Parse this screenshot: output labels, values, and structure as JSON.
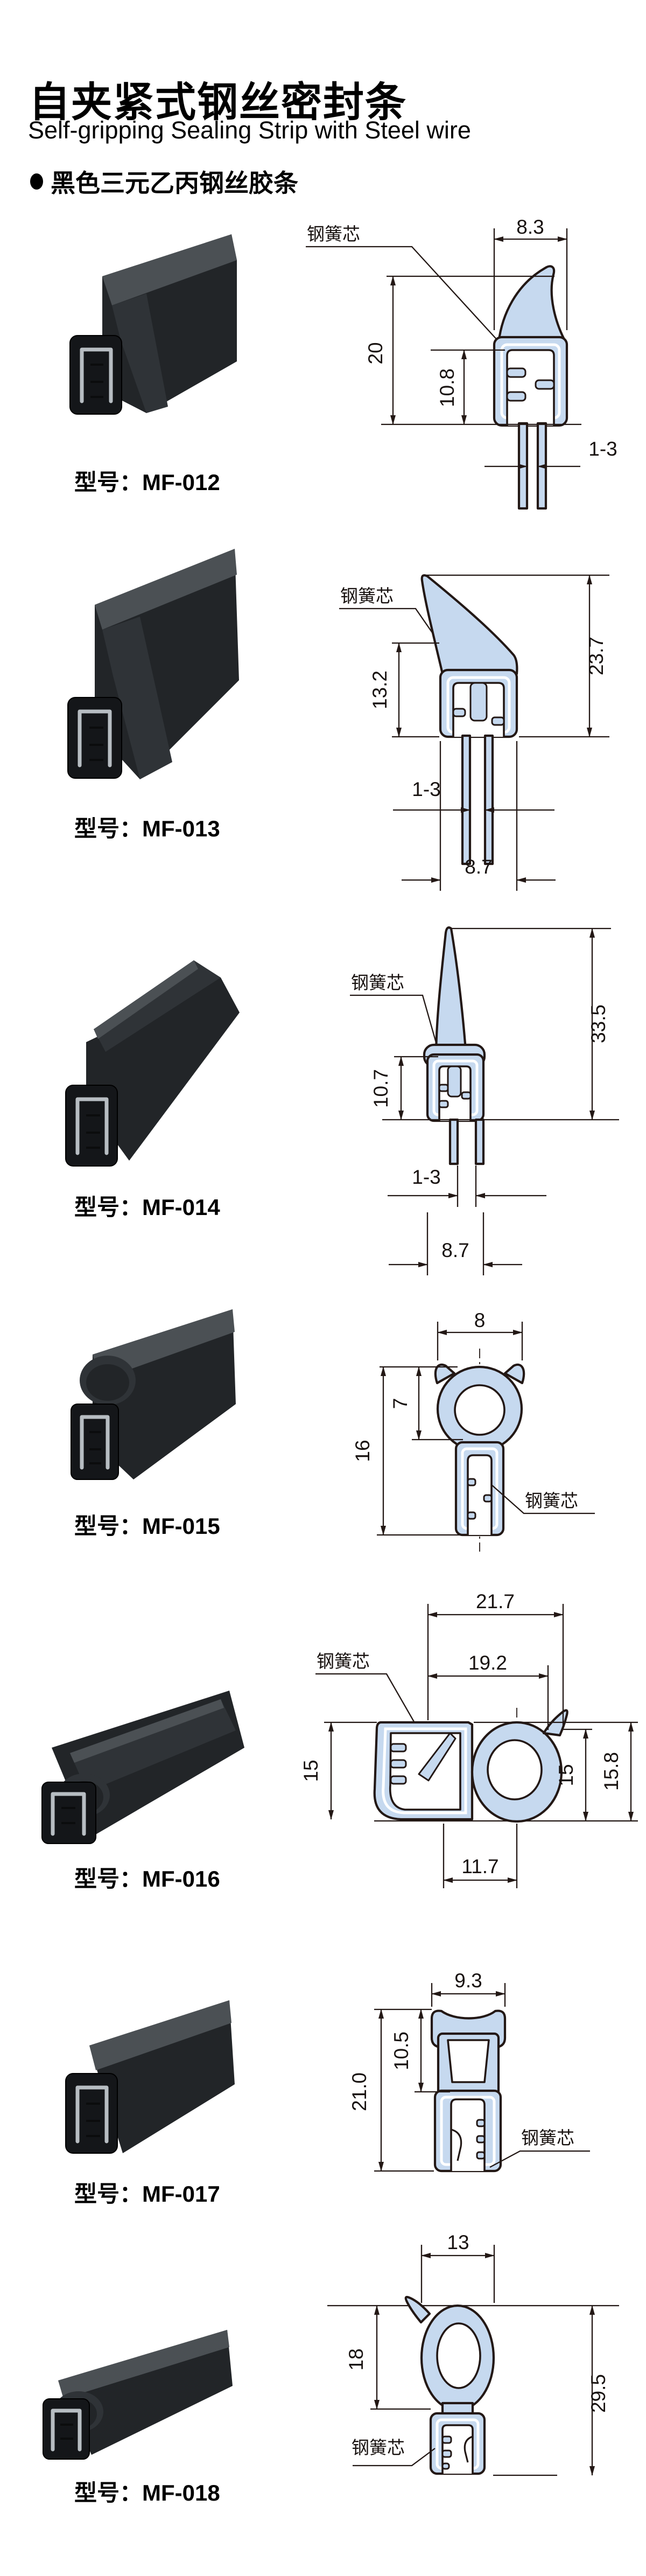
{
  "page": {
    "title": "自夹紧式钢丝密封条",
    "subtitle": "Self-gripping Sealing Strip with Steel wire",
    "bullet": "黑色三元乙丙钢丝胶条"
  },
  "labels": {
    "model_prefix": "型号：",
    "spring_core": "钢簧芯"
  },
  "colors": {
    "profile_fill": "#c6d9ef",
    "outline": "#231815",
    "rubber_black": "#222528",
    "metal_gray": "#b7bdc2"
  },
  "products": [
    {
      "model": "MF-012",
      "dims": {
        "top_width": "8.3",
        "height": "20",
        "clip_depth": "10.8",
        "grip": "1-3"
      }
    },
    {
      "model": "MF-013",
      "dims": {
        "clip_depth": "13.2",
        "height": "23.7",
        "grip": "1-3",
        "bottom_width": "8.7"
      }
    },
    {
      "model": "MF-014",
      "dims": {
        "clip_depth": "10.7",
        "height": "33.5",
        "grip": "1-3",
        "bottom_width": "8.7"
      }
    },
    {
      "model": "MF-015",
      "dims": {
        "top_width": "8",
        "bulb_height": "7",
        "height": "16"
      }
    },
    {
      "model": "MF-016",
      "dims": {
        "top_width": "21.7",
        "inner_width": "19.2",
        "clip_height": "15",
        "bulb_height": "15",
        "height": "15.8",
        "bottom_width": "11.7"
      }
    },
    {
      "model": "MF-017",
      "dims": {
        "top_width": "9.3",
        "upper_depth": "10.5",
        "height": "21.0"
      }
    },
    {
      "model": "MF-018",
      "dims": {
        "top_width": "13",
        "bulb_height": "18",
        "height": "29.5"
      }
    }
  ]
}
